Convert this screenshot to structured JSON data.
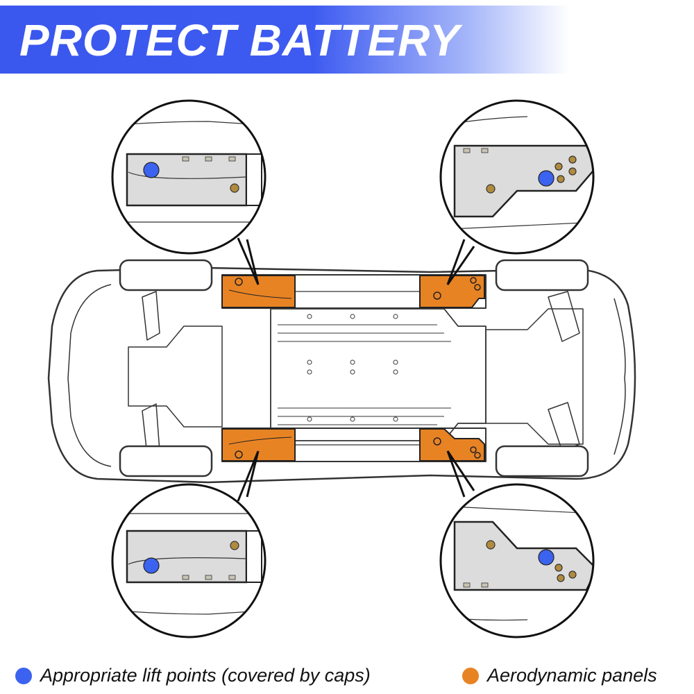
{
  "header": {
    "title": "PROTECT BATTERY"
  },
  "legend": {
    "lift_points": {
      "label": "Appropriate lift points (covered by caps)",
      "color": "#3b63f0"
    },
    "panels": {
      "label": "Aerodynamic panels",
      "color": "#e88324"
    }
  },
  "colors": {
    "banner": "#3a57ee",
    "panel": "#e88324",
    "lift_point": "#3b63f0",
    "outline": "#222222",
    "callout_fill": "#dcdcdc"
  }
}
